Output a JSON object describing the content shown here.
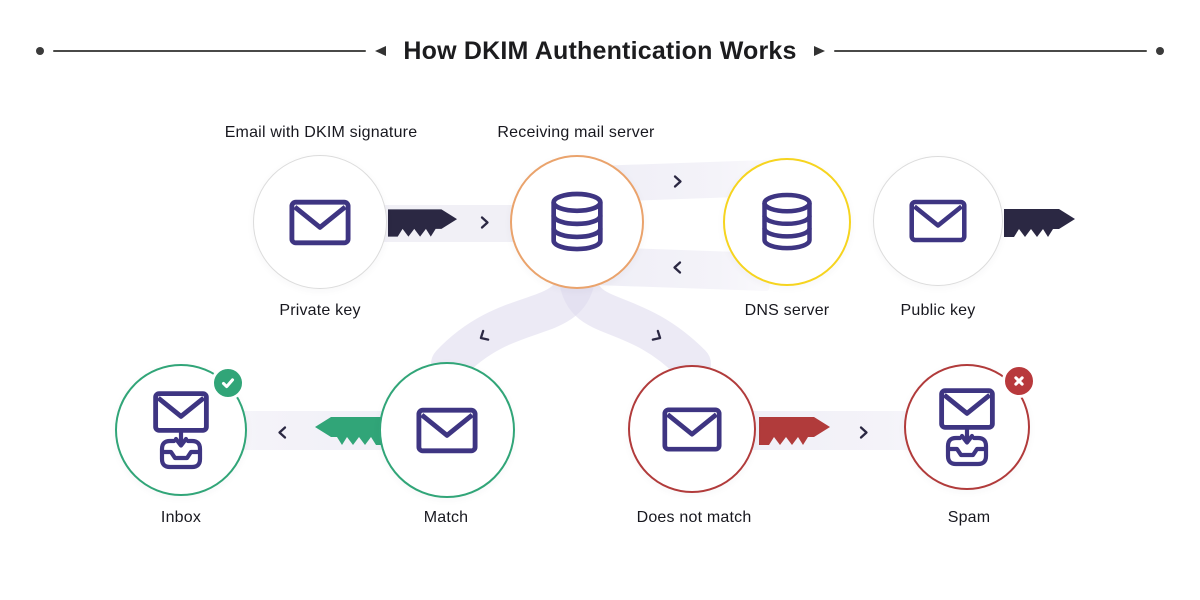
{
  "title": "How DKIM Authentication Works",
  "stage_labels": {
    "email_signature": "Email with DKIM signature",
    "receiving_server": "Receiving mail server"
  },
  "nodes": {
    "private_key": {
      "label": "Private key",
      "icon": "envelope"
    },
    "receiving_server": {
      "icon": "database"
    },
    "dns_server": {
      "label": "DNS server",
      "icon": "database"
    },
    "public_key": {
      "label": "Public key",
      "icon": "envelope"
    },
    "inbox": {
      "label": "Inbox",
      "icon": "envelope-into-inbox-tray",
      "badge": "check"
    },
    "match": {
      "label": "Match",
      "icon": "envelope"
    },
    "does_not_match": {
      "label": "Does not match",
      "icon": "envelope"
    },
    "spam": {
      "label": "Spam",
      "icon": "envelope-into-inbox-tray",
      "badge": "x"
    }
  },
  "colors": {
    "icon_indigo": "#3e3582",
    "key_navy": "#2b2843",
    "success_green": "#31a578",
    "error_red": "#b13b3b",
    "server_orange": "#eaa36c",
    "dns_yellow": "#f6d41f",
    "neutral_circle_border": "#dcdcdc",
    "flow_band": "#f1f0f6",
    "branch_band": "#dedbee",
    "title_text": "#1c1c1e",
    "label_text": "#18181f"
  }
}
